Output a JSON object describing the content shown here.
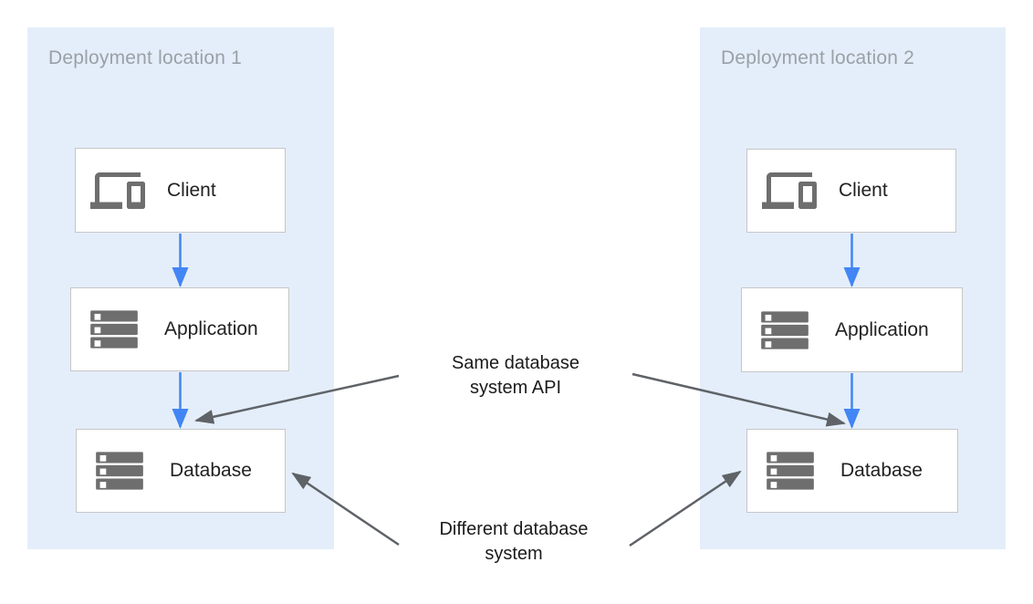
{
  "panels": [
    {
      "title": "Deployment location 1",
      "nodes": [
        {
          "label": "Client",
          "icon": "devices-icon"
        },
        {
          "label": "Application",
          "icon": "storage-icon"
        },
        {
          "label": "Database",
          "icon": "storage-icon"
        }
      ]
    },
    {
      "title": "Deployment location 2",
      "nodes": [
        {
          "label": "Client",
          "icon": "devices-icon"
        },
        {
          "label": "Application",
          "icon": "storage-icon"
        },
        {
          "label": "Database",
          "icon": "storage-icon"
        }
      ]
    }
  ],
  "annotations": [
    {
      "lines": [
        "Same database",
        "system API"
      ]
    },
    {
      "lines": [
        "Different database",
        "system"
      ]
    }
  ],
  "colors": {
    "panel_background": "#e4eefa",
    "node_background": "#ffffff",
    "node_border": "#c6c6c6",
    "flow_arrow_blue": "#4285f4",
    "annotation_arrow_gray": "#5f6368",
    "icon_gray": "#6e6e6e",
    "panel_title_gray": "#9aa0a6",
    "label_dark": "#212121"
  }
}
